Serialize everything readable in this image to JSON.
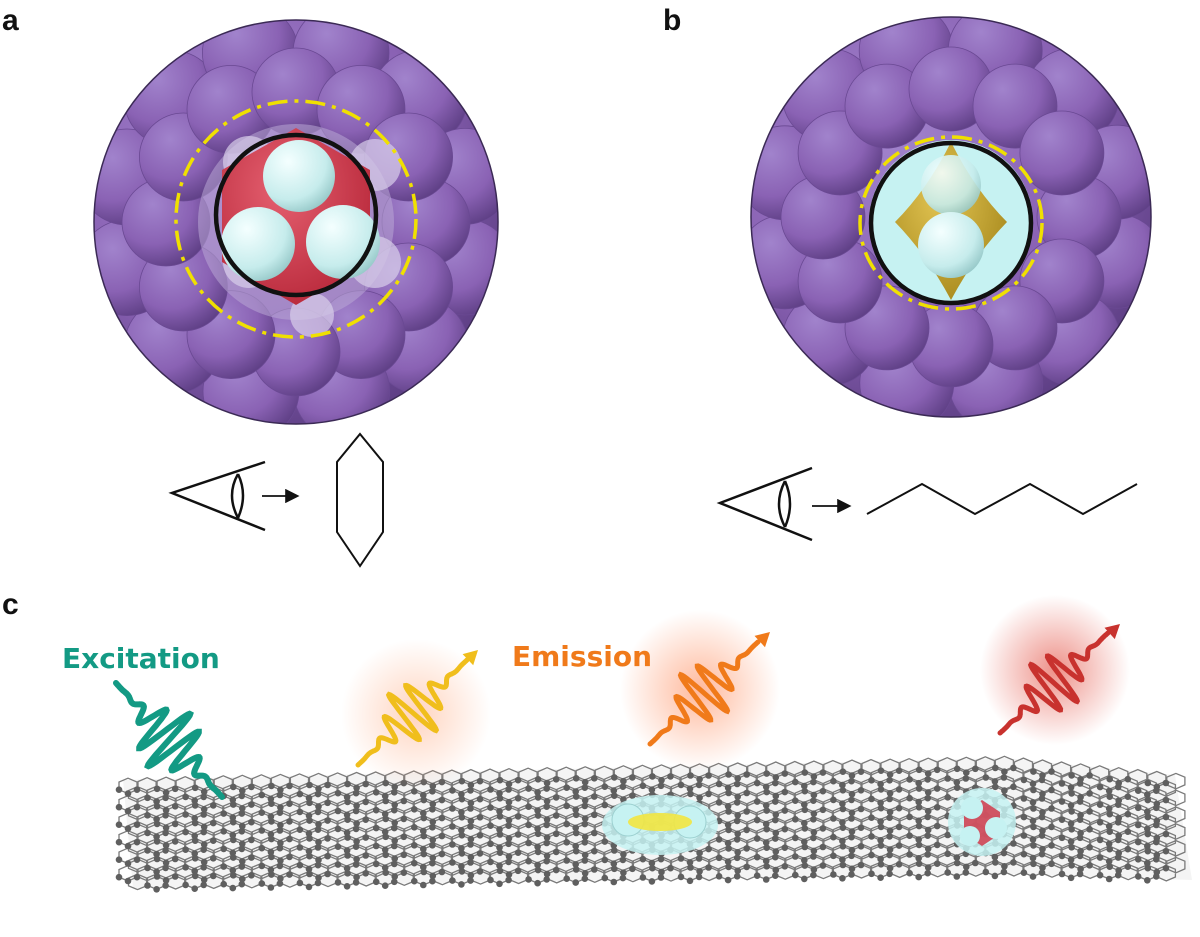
{
  "panels": {
    "a": "a",
    "b": "b",
    "c": "c"
  },
  "words": {
    "excitation": "Excitation",
    "emission": "Emission"
  },
  "colors": {
    "tube_wall": "#8a62b4",
    "tube_wall_dark": "#6f4a98",
    "oxygen_red": "#d0384a",
    "sulfur_yellow": "#c9a830",
    "hydrogen_cyan": "#c6f2f2",
    "guide_dash": "#f0e000",
    "excitation": "#139a84",
    "emission_yellow": "#f0be1c",
    "emission_orange": "#f07a1a",
    "emission_red": "#c8322e",
    "nanotube_atom": "#6b6b6b"
  },
  "icons": [
    "eye-icon",
    "arrow-icon",
    "hexagon-sketch-icon",
    "zigzag-chain-icon",
    "light-wave-icon"
  ]
}
